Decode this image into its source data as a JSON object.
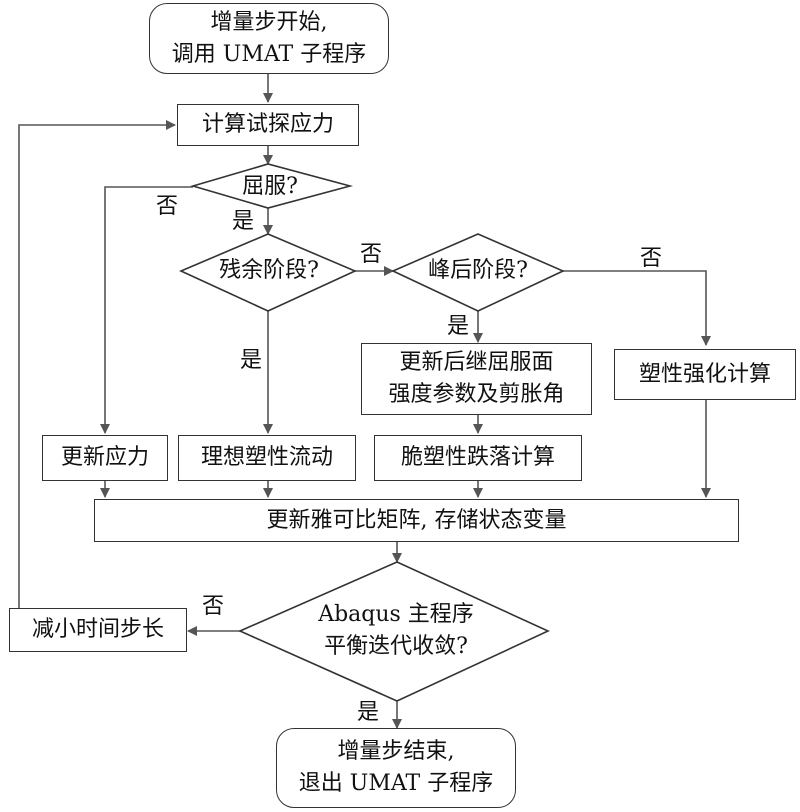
{
  "nodes": {
    "start": {
      "line1": "增量步开始,",
      "line2": "调用 UMAT 子程序"
    },
    "trial_stress": "计算试探应力",
    "yield_check": "屈服?",
    "residual_check": "残余阶段?",
    "post_peak_check": "峰后阶段?",
    "update_surface": {
      "line1": "更新后继屈服面",
      "line2": "强度参数及剪胀角"
    },
    "plastic_hardening": "塑性强化计算",
    "update_stress": "更新应力",
    "ideal_plastic_flow": "理想塑性流动",
    "brittle_plastic_drop": "脆塑性跌落计算",
    "update_jacobian": "更新雅可比矩阵, 存储状态变量",
    "convergence_check": {
      "line1": "Abaqus 主程序",
      "line2": "平衡迭代收敛?"
    },
    "reduce_timestep": "减小时间步长",
    "end": {
      "line1": "增量步结束,",
      "line2": "退出 UMAT 子程序"
    }
  },
  "edge_labels": {
    "yield_no": "否",
    "yield_yes": "是",
    "residual_no": "否",
    "residual_yes": "是",
    "post_peak_no": "否",
    "post_peak_yes": "是",
    "converge_no": "否",
    "converge_yes": "是"
  },
  "colors": {
    "line": "#555555",
    "border": "#333333"
  }
}
